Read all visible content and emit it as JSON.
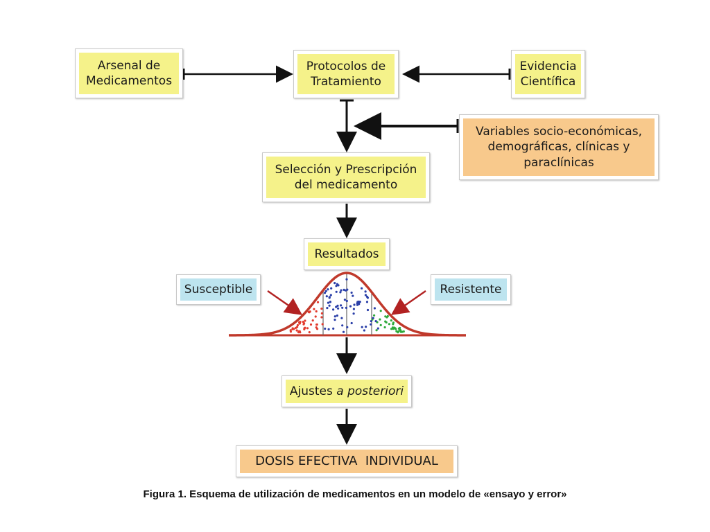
{
  "nodes": {
    "arsenal": {
      "line1": "Arsenal de",
      "line2": "Medicamentos"
    },
    "protocolos": {
      "line1": "Protocolos de",
      "line2": "Tratamiento"
    },
    "evidencia": {
      "line1": "Evidencia",
      "line2": "Científica"
    },
    "variables": {
      "line1": "Variables socio-económicas,",
      "line2": "demográficas, clínicas y",
      "line3": "paraclínicas"
    },
    "seleccion": {
      "line1": "Selección y Prescripción",
      "line2": "del medicamento"
    },
    "resultados": {
      "label": "Resultados"
    },
    "susceptible": {
      "label": "Susceptible"
    },
    "resistente": {
      "label": "Resistente"
    },
    "ajustes": {
      "prefix": "Ajustes ",
      "italic": "a posteriori"
    },
    "dosis": {
      "label": "DOSIS EFECTIVA  INDIVIDUAL"
    }
  },
  "caption": "Figura 1. Esquema de utilización de medicamentos en un modelo de «ensayo y error»",
  "colors": {
    "yellow": "#f5f28a",
    "orange": "#f8c98c",
    "blue": "#bde4ef",
    "curve": "#c0392b",
    "dot_red": "#e23b2e",
    "dot_blue": "#2a3fa8",
    "dot_green": "#2eaa3a"
  },
  "icons": [
    "bell-curve-icon"
  ]
}
